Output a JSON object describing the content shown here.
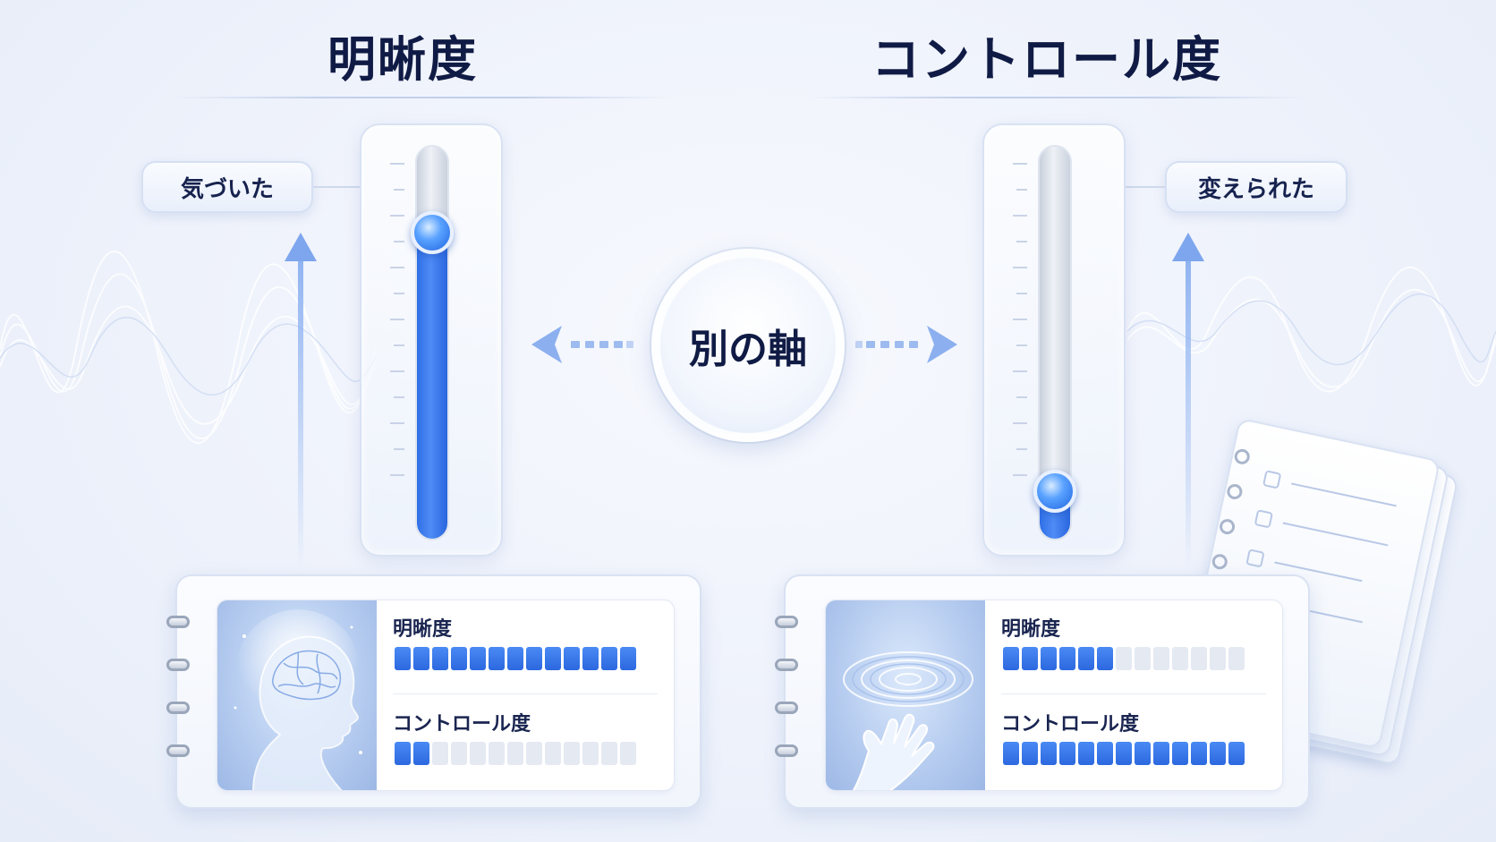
{
  "left": {
    "title": "明晰度",
    "tag": "気づいた",
    "gauge_level": 0.78,
    "card": {
      "image_icon": "brain-head-icon",
      "meters": [
        {
          "label": "明晰度",
          "filled": 13,
          "total": 13
        },
        {
          "label": "コントロール度",
          "filled": 2,
          "total": 13
        }
      ]
    }
  },
  "right": {
    "title": "コントロール度",
    "tag": "変えられた",
    "gauge_level": 0.12,
    "card": {
      "image_icon": "hand-ripple-icon",
      "meters": [
        {
          "label": "明晰度",
          "filled": 6,
          "total": 13
        },
        {
          "label": "コントロール度",
          "filled": 13,
          "total": 13
        }
      ]
    }
  },
  "center": {
    "label": "別の軸",
    "icons": [
      "arrow-left-icon",
      "arrow-right-icon"
    ]
  },
  "colors": {
    "accent": "#2f6fe6",
    "title": "#101b45",
    "background": "#eef2fb"
  }
}
